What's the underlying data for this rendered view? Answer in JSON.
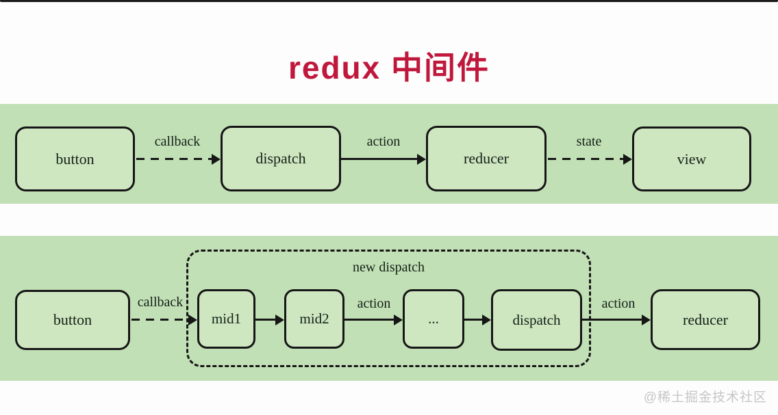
{
  "title": "redux 中间件",
  "watermark": "@稀土掘金技术社区",
  "colors": {
    "title_red": "#c0183c",
    "band_green": "#c2e0b6",
    "node_fill": "#cee7c1",
    "line_black": "#161616",
    "watermark_gray": "#c6c6c6"
  },
  "flow1": {
    "nodes": {
      "button": "button",
      "dispatch": "dispatch",
      "reducer": "reducer",
      "view": "view"
    },
    "edges": {
      "callback": "callback",
      "action": "action",
      "state": "state"
    }
  },
  "flow2": {
    "group_label": "new dispatch",
    "nodes": {
      "button": "button",
      "mid1": "mid1",
      "mid2": "mid2",
      "dots": "...",
      "dispatch": "dispatch",
      "reducer": "reducer"
    },
    "edges": {
      "callback": "callback",
      "action_inner": "action",
      "action_outer": "action"
    }
  }
}
